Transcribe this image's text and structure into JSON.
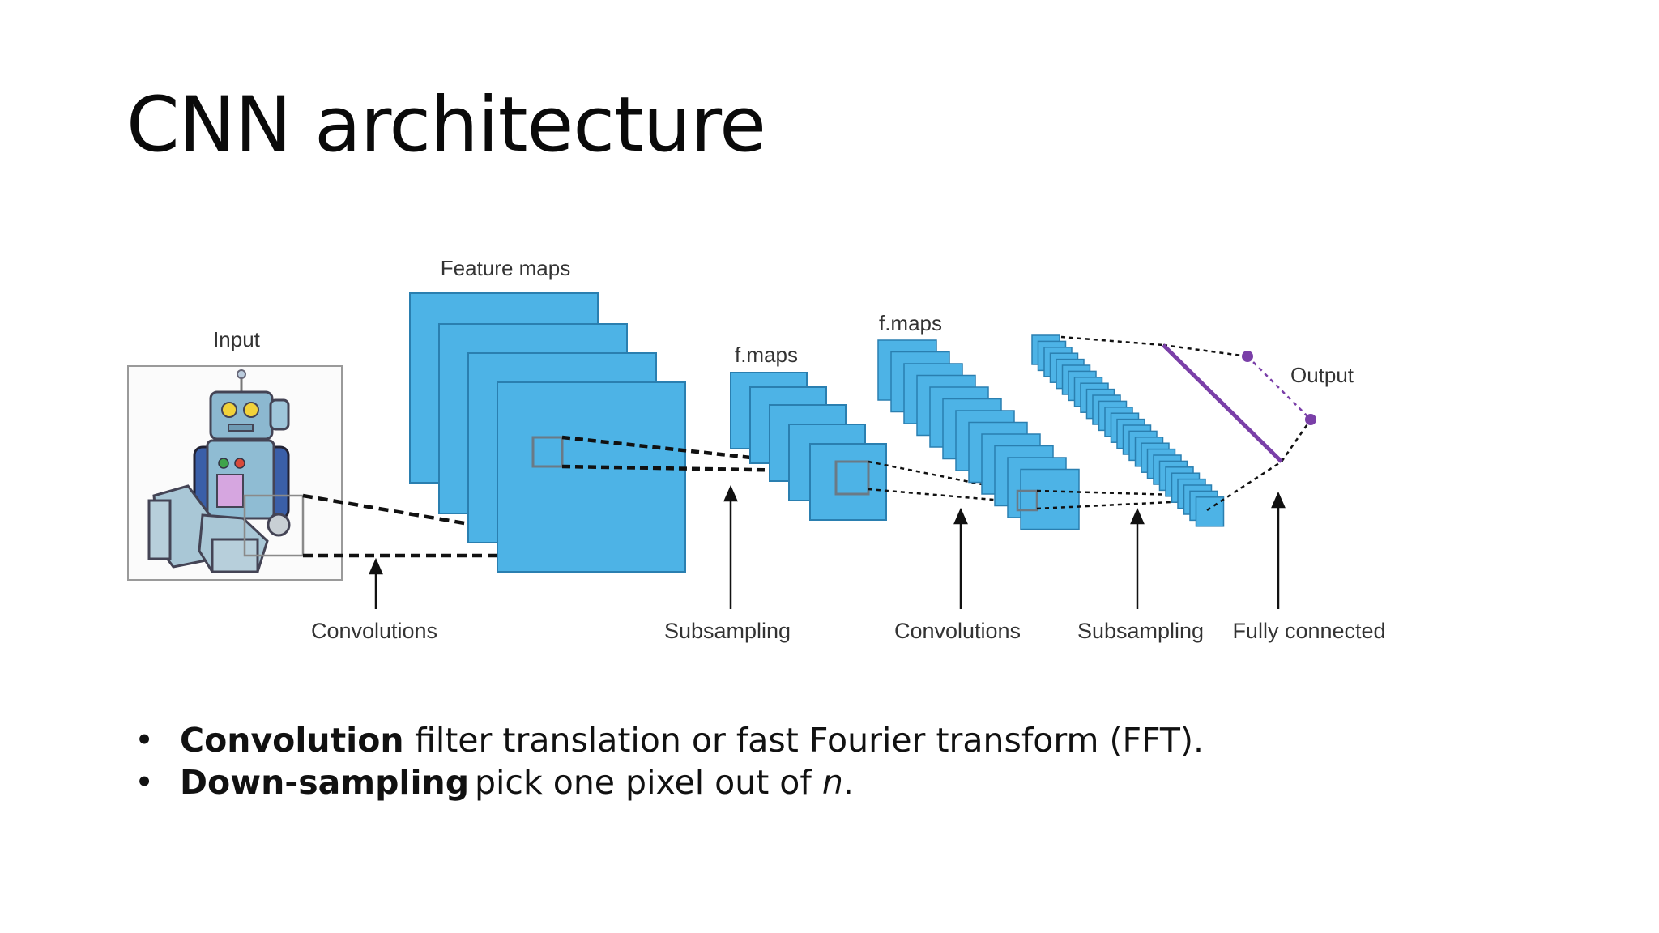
{
  "slide": {
    "title": "CNN architecture"
  },
  "diagram": {
    "top_labels": {
      "input": "Input",
      "feature_maps": "Feature maps",
      "f_maps_1": "f.maps",
      "f_maps_2": "f.maps",
      "output": "Output"
    },
    "bottom_labels": {
      "convolutions_1": "Convolutions",
      "subsampling_1": "Subsampling",
      "convolutions_2": "Convolutions",
      "subsampling_2": "Subsampling",
      "fully_connected": "Fully connected"
    },
    "colors": {
      "map_fill": "#4db3e6",
      "map_stroke": "#2a7fb0",
      "output_purple": "#7a3fa8"
    }
  },
  "bullets": [
    {
      "term": "Convolution",
      "desc": "filter translation or fast Fourier transform (FFT)."
    },
    {
      "term": "Down-sampling",
      "desc_prefix": "pick one pixel out of ",
      "desc_var": "n",
      "desc_suffix": "."
    }
  ]
}
